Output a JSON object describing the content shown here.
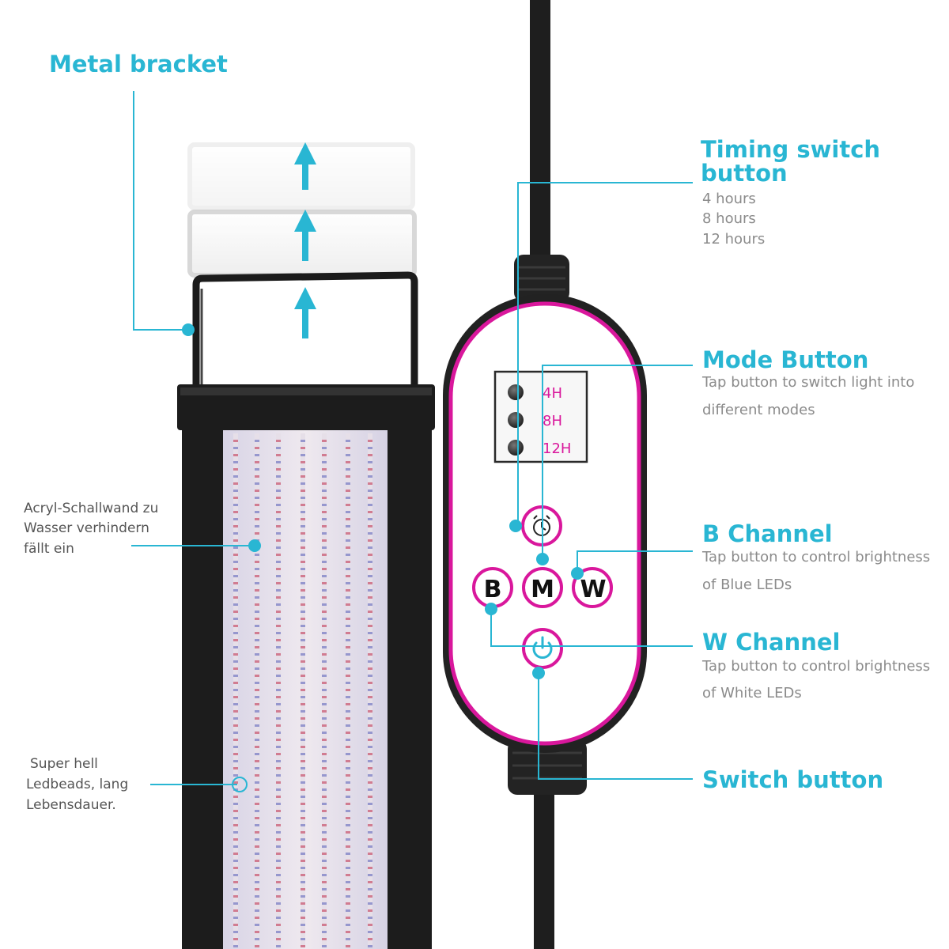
{
  "colors": {
    "accent": "#29b6d3",
    "controller_ring": "#d9179c",
    "led_blue": "#7b7fc6",
    "led_red": "#c95b74",
    "body": "#1c1c1c"
  },
  "callouts": {
    "metal_bracket": {
      "title": "Metal bracket"
    },
    "timing_switch": {
      "title_line1": "Timing switch",
      "title_line2": "button",
      "options": [
        "4 hours",
        "8 hours",
        "12 hours"
      ]
    },
    "mode_button": {
      "title": "Mode Button",
      "desc_line1": "Tap button to switch light into",
      "desc_line2": "different modes"
    },
    "b_channel": {
      "title": "B Channel",
      "desc_line1": "Tap button to control brightness",
      "desc_line2": "of Blue LEDs"
    },
    "w_channel": {
      "title": "W Channel",
      "desc_line1": "Tap button to control brightness",
      "desc_line2": "of White LEDs"
    },
    "switch_button": {
      "title": "Switch button"
    },
    "acrylic": {
      "line1": "Acryl-Schallwand zu",
      "line2": "Wasser verhindern",
      "line3": "fällt ein"
    },
    "ledbeads": {
      "line1": "Super hell",
      "line2": "Ledbeads, lang",
      "line3": "Lebensdauer."
    }
  },
  "controller": {
    "timer_labels": [
      "4H",
      "8H",
      "12H"
    ],
    "buttons": {
      "b": "B",
      "m": "M",
      "w": "W"
    },
    "icons": {
      "timer": "alarm-clock-icon",
      "power": "power-icon"
    }
  }
}
